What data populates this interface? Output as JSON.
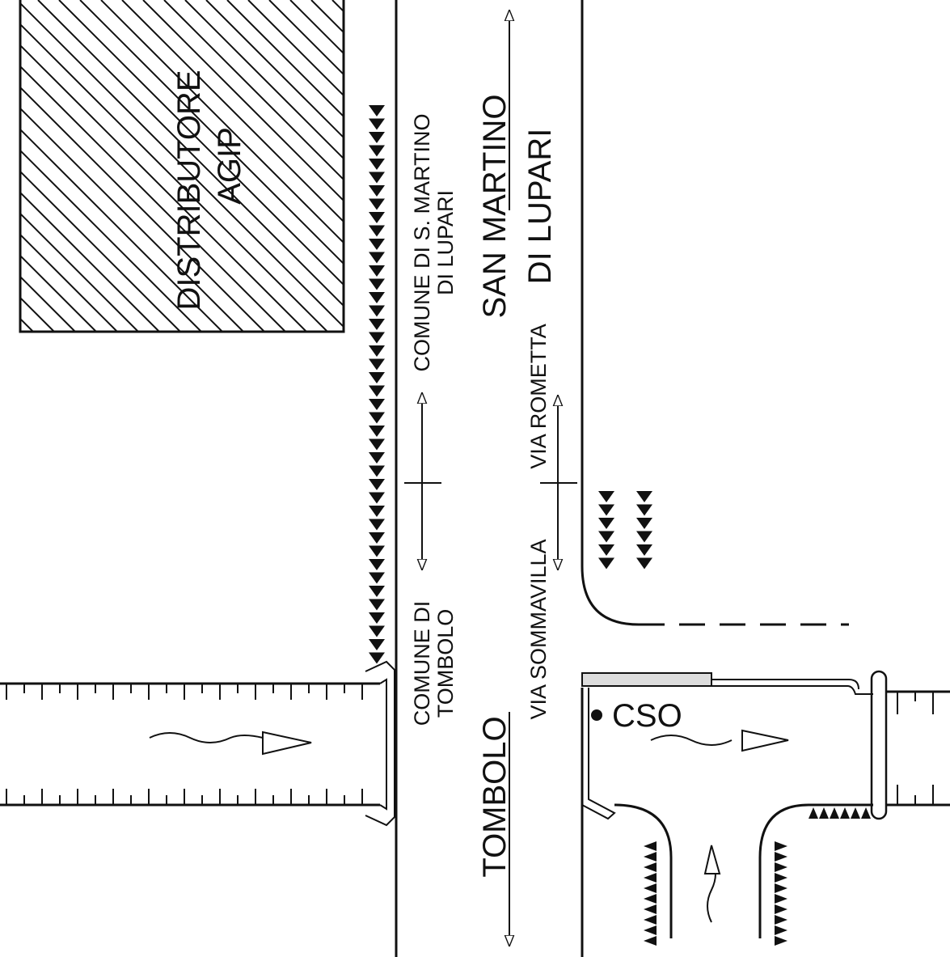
{
  "labels": {
    "station_line1": "DISTRIBUTORE",
    "station_line2": "AGIP",
    "comune_smartino_line1": "COMUNE DI S. MARTINO",
    "comune_smartino_line2": "DI LUPARI",
    "town_smartino_line1": "SAN MARTINO",
    "town_smartino_line2": "DI LUPARI",
    "street_north": "VIA ROMETTA",
    "street_south": "VIA SOMMAVILLA",
    "comune_tombolo_line1": "COMUNE DI",
    "comune_tombolo_line2": "TOMBOLO",
    "town_tombolo": "TOMBOLO",
    "outfall": "CSO"
  },
  "colors": {
    "ink": "#111111",
    "pipe_fill": "#dddddd"
  }
}
